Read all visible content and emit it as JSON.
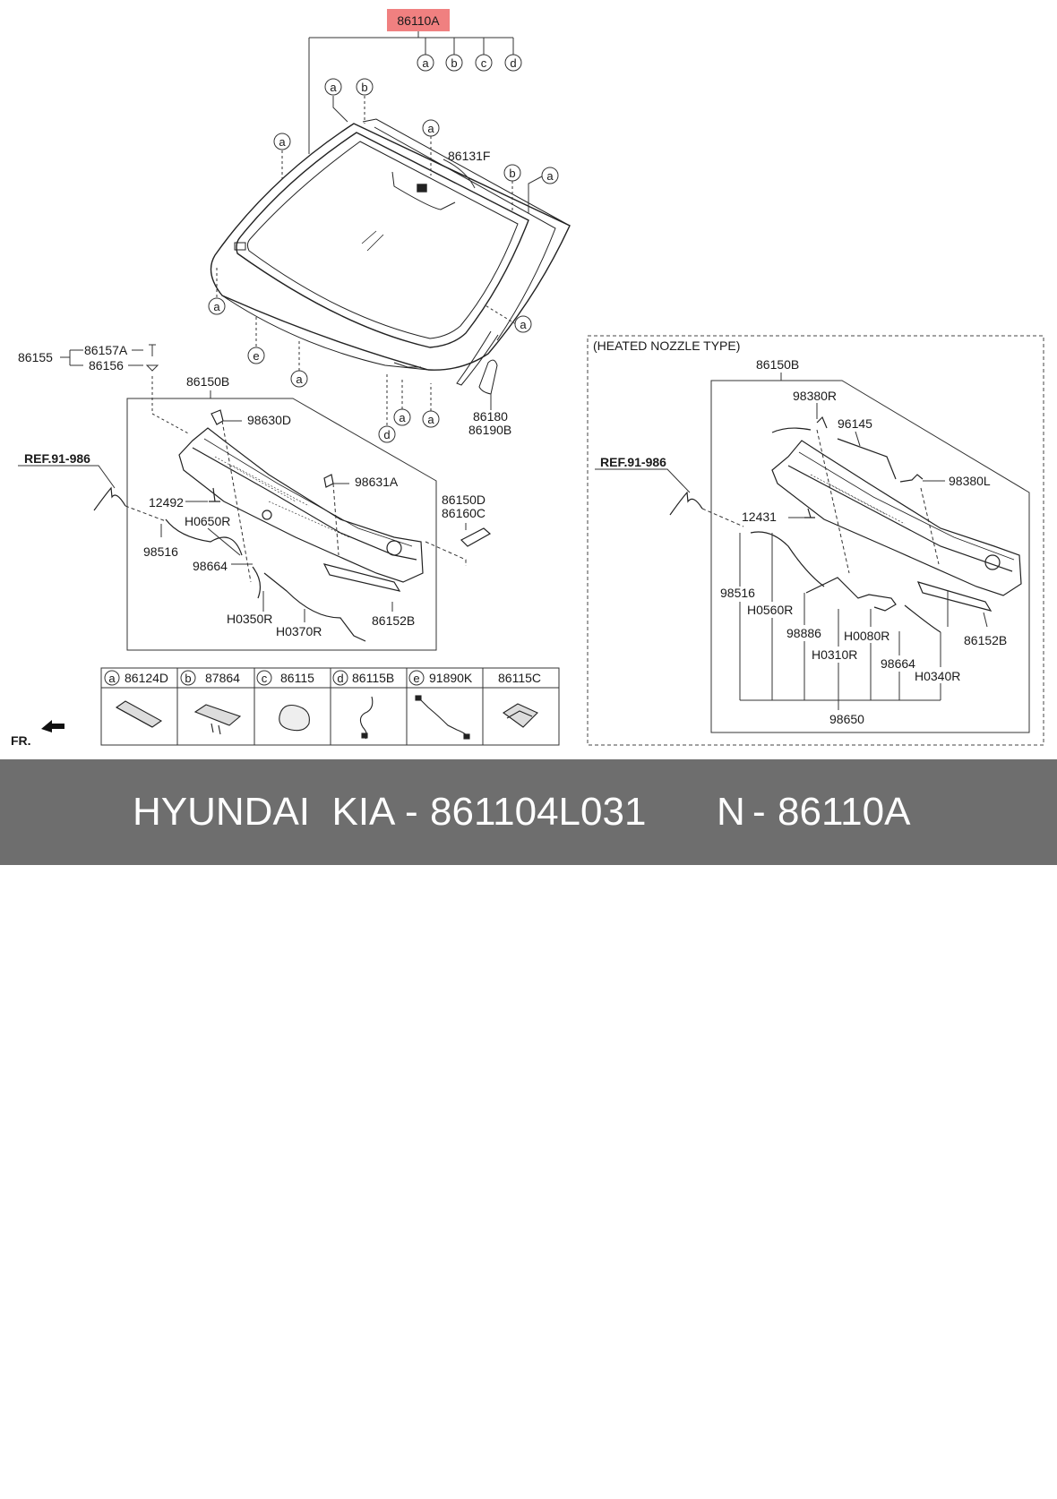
{
  "main_part": {
    "label": "86110A",
    "highlight_color": "#f08080"
  },
  "callouts": {
    "a": "a",
    "b": "b",
    "c": "c",
    "d": "d",
    "e": "e"
  },
  "labels": {
    "p86131F": "86131F",
    "p86155": "86155",
    "p86157A": "86157A",
    "p86156": "86156",
    "p86150B": "86150B",
    "p98630D": "98630D",
    "p98631A": "98631A",
    "p12492": "12492",
    "pH0650R": "H0650R",
    "p98516": "98516",
    "p98664": "98664",
    "pH0350R": "H0350R",
    "pH0370R": "H0370R",
    "p86152B": "86152B",
    "p86150D": "86150D",
    "p86160C": "86160C",
    "p86180": "86180",
    "p86190B": "86190B",
    "ref": "REF.91-986",
    "fr": "FR."
  },
  "heated": {
    "title": "(HEATED NOZZLE TYPE)",
    "p86150B": "86150B",
    "p98380R": "98380R",
    "p96145": "96145",
    "p98380L": "98380L",
    "ref": "REF.91-986",
    "p12431": "12431",
    "p98516": "98516",
    "pH0560R": "H0560R",
    "p98886": "98886",
    "pH0080R": "H0080R",
    "pH0310R": "H0310R",
    "p98664": "98664",
    "pH0340R": "H0340R",
    "p86152B": "86152B",
    "p98650": "98650"
  },
  "legend": [
    {
      "key": "a",
      "part": "86124D"
    },
    {
      "key": "b",
      "part": "87864"
    },
    {
      "key": "c",
      "part": "86115"
    },
    {
      "key": "d",
      "part": "86115B"
    },
    {
      "key": "e",
      "part": "91890K"
    },
    {
      "key": "",
      "part": "86115C"
    }
  ],
  "footer": {
    "brand": "HYUNDAI  KIA",
    "dash1": "-",
    "part_number": "861104L031",
    "n": "N",
    "dash2": "-",
    "code": "86110A"
  }
}
